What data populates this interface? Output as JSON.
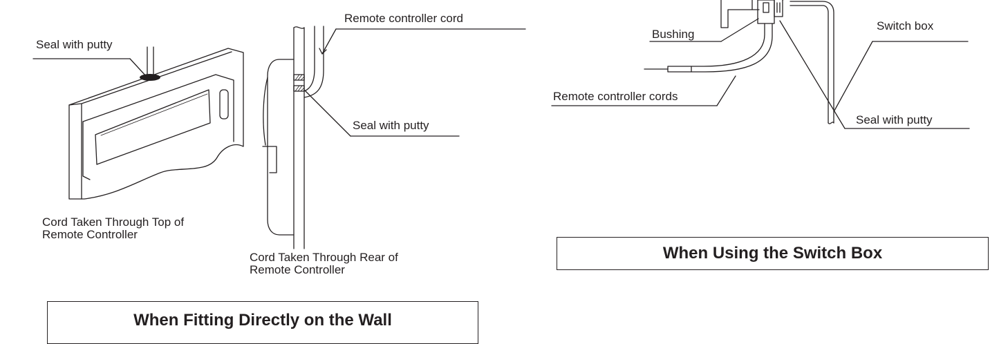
{
  "left": {
    "labels": {
      "seal_top": "Seal with putty",
      "cord": "Remote controller cord",
      "seal_rear": "Seal with putty"
    },
    "captions": {
      "top_line1": "Cord Taken Through Top of",
      "top_line2": "Remote Controller",
      "rear_line1": "Cord Taken Through Rear of",
      "rear_line2": "Remote Controller"
    },
    "heading": "When Fitting Directly on the Wall"
  },
  "right": {
    "labels": {
      "bushing": "Bushing",
      "switch_box": "Switch box",
      "cords": "Remote controller cords",
      "seal": "Seal with putty"
    },
    "heading": "When Using the Switch Box"
  },
  "colors": {
    "ink": "#231f20",
    "background": "#ffffff"
  }
}
